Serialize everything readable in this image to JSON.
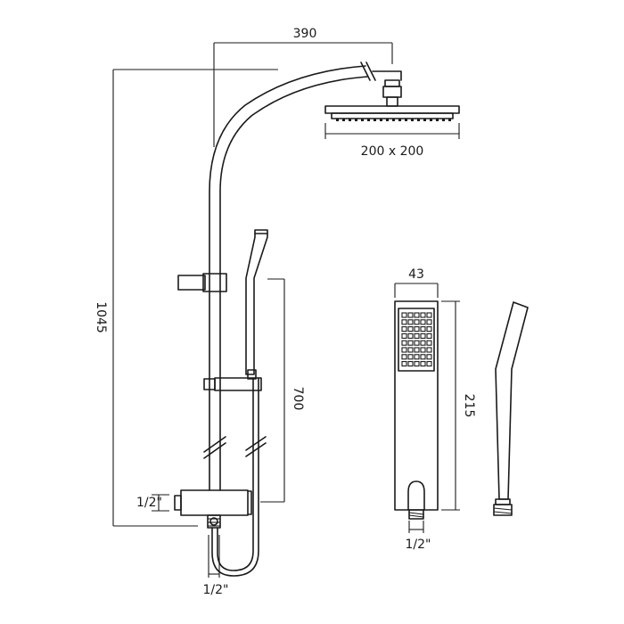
{
  "diagram": {
    "dimensions": {
      "arm_reach": "390",
      "head_size": "200 x 200",
      "overall_height": "1045",
      "rail_length": "700",
      "valve_inlet": "1/2\"",
      "outlet_bottom": "1/2\"",
      "handset_width": "43",
      "handset_length": "215",
      "handset_connector": "1/2\""
    },
    "colors": {
      "line": "#1a1a1a",
      "background": "#ffffff"
    }
  }
}
